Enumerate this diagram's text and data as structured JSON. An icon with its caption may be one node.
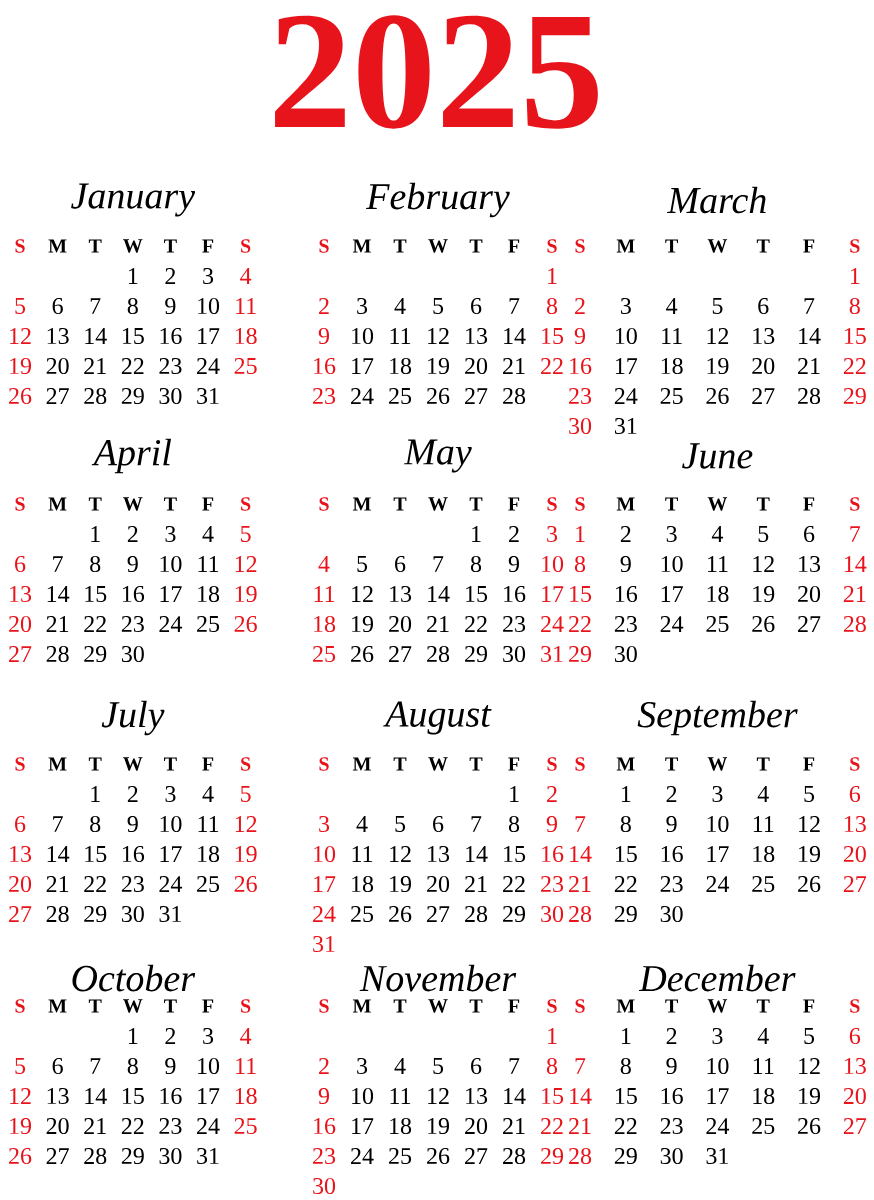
{
  "diagram": {
    "title": "2025",
    "labels": [
      "January",
      "S",
      "M",
      "T",
      "W",
      "T",
      "F",
      "S",
      "1",
      "2",
      "3",
      "4",
      "5",
      "6",
      "7",
      "8",
      "9",
      "10",
      "11",
      "12",
      "13",
      "14",
      "15",
      "16",
      "17",
      "18",
      "19",
      "20",
      "21",
      "22",
      "23",
      "24",
      "25",
      "26",
      "27",
      "28",
      "29",
      "30",
      "31",
      "February",
      "S",
      "M",
      "T",
      "W",
      "T",
      "F",
      "S",
      "1",
      "2",
      "3",
      "4",
      "5",
      "6",
      "7",
      "8",
      "9",
      "10",
      "11",
      "12",
      "13",
      "14",
      "15",
      "16",
      "17",
      "18",
      "19",
      "20",
      "21",
      "22",
      "23",
      "24",
      "25",
      "26",
      "27",
      "28",
      "March",
      "S",
      "M",
      "T",
      "W",
      "T",
      "F",
      "S",
      "1",
      "2",
      "3",
      "4",
      "5",
      "6",
      "7",
      "8",
      "9",
      "10",
      "11",
      "12",
      "13",
      "14",
      "15",
      "16",
      "17",
      "18",
      "19",
      "20",
      "21",
      "22",
      "23",
      "24",
      "25",
      "26",
      "27",
      "28",
      "29",
      "30",
      "31",
      "April",
      "S",
      "M",
      "T",
      "W",
      "T",
      "F",
      "S",
      "1",
      "2",
      "3",
      "4",
      "5",
      "6",
      "7",
      "8",
      "9",
      "10",
      "11",
      "12",
      "13",
      "14",
      "15",
      "16",
      "17",
      "18",
      "19",
      "20",
      "21",
      "22",
      "23",
      "24",
      "25",
      "26",
      "27",
      "28",
      "29",
      "30",
      "May",
      "S",
      "M",
      "T",
      "W",
      "T",
      "F",
      "S",
      "1",
      "2",
      "3",
      "4",
      "5",
      "6",
      "7",
      "8",
      "9",
      "10",
      "11",
      "12",
      "13",
      "14",
      "15",
      "16",
      "17",
      "18",
      "19",
      "20",
      "21",
      "22",
      "23",
      "24",
      "25",
      "26",
      "27",
      "28",
      "29",
      "30",
      "31",
      "June",
      "S",
      "M",
      "T",
      "W",
      "T",
      "F",
      "S",
      "1",
      "2",
      "3",
      "4",
      "5",
      "6",
      "7",
      "8",
      "9",
      "10",
      "11",
      "12",
      "13",
      "14",
      "15",
      "16",
      "17",
      "18",
      "19",
      "20",
      "21",
      "22",
      "23",
      "24",
      "25",
      "26",
      "27",
      "28",
      "29",
      "30",
      "July",
      "S",
      "M",
      "T",
      "W",
      "T",
      "F",
      "S",
      "1",
      "2",
      "3",
      "4",
      "5",
      "6",
      "7",
      "8",
      "9",
      "10",
      "11",
      "12",
      "13",
      "14",
      "15",
      "16",
      "17",
      "18",
      "19",
      "20",
      "21",
      "22",
      "23",
      "24",
      "25",
      "26",
      "27",
      "28",
      "29",
      "30",
      "31",
      "August",
      "S",
      "M",
      "T",
      "W",
      "T",
      "F",
      "S",
      "1",
      "2",
      "3",
      "4",
      "5",
      "6",
      "7",
      "8",
      "9",
      "10",
      "11",
      "12",
      "13",
      "14",
      "15",
      "16",
      "17",
      "18",
      "19",
      "20",
      "21",
      "22",
      "23",
      "24",
      "25",
      "26",
      "27",
      "28",
      "29",
      "30",
      "31",
      "September",
      "S",
      "M",
      "T",
      "W",
      "T",
      "F",
      "S",
      "1",
      "2",
      "3",
      "4",
      "5",
      "6",
      "7",
      "8",
      "9",
      "10",
      "11",
      "12",
      "13",
      "14",
      "15",
      "16",
      "17",
      "18",
      "19",
      "20",
      "21",
      "22",
      "23",
      "24",
      "25",
      "26",
      "27",
      "28",
      "29",
      "30",
      "October",
      "S",
      "M",
      "T",
      "W",
      "T",
      "F",
      "S",
      "1",
      "2",
      "3",
      "4",
      "5",
      "6",
      "7",
      "8",
      "9",
      "10",
      "11",
      "12",
      "13",
      "14",
      "15",
      "16",
      "17",
      "18",
      "19",
      "20",
      "21",
      "22",
      "23",
      "24",
      "25",
      "26",
      "27",
      "28",
      "29",
      "30",
      "31",
      "November",
      "S",
      "M",
      "T",
      "W",
      "T",
      "F",
      "S",
      "1",
      "2",
      "3",
      "4",
      "5",
      "6",
      "7",
      "8",
      "9",
      "10",
      "11",
      "12",
      "13",
      "14",
      "15",
      "16",
      "17",
      "18",
      "19",
      "20",
      "21",
      "22",
      "23",
      "24",
      "25",
      "26",
      "27",
      "28",
      "29",
      "30",
      "December",
      "S",
      "M",
      "T",
      "W",
      "T",
      "F",
      "S",
      "1",
      "2",
      "3",
      "4",
      "5",
      "6",
      "7",
      "8",
      "9",
      "10",
      "11",
      "12",
      "13",
      "14",
      "15",
      "16",
      "17",
      "18",
      "19",
      "20",
      "21",
      "22",
      "23",
      "24",
      "25",
      "26",
      "27",
      "28",
      "29",
      "30",
      "31"
    ]
  }
}
